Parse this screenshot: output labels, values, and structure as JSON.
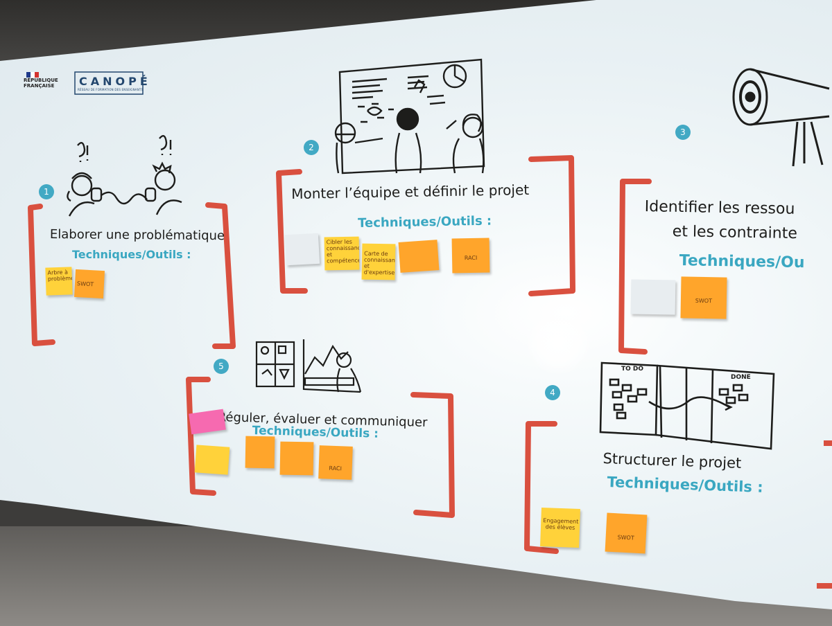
{
  "logos": {
    "republique": "RÉPUBLIQUE FRANÇAISE",
    "canope": "CANOPÉ",
    "canope_sub": "RÉSEAU DE FORMATION DES ENSEIGNANTS"
  },
  "steps": [
    {
      "number": "1",
      "title": "Elaborer une problématique",
      "tools_label": "Techniques/Outils :"
    },
    {
      "number": "2",
      "title": "Monter l’équipe et définir le projet",
      "tools_label": "Techniques/Outils :"
    },
    {
      "number": "3",
      "title_line1": "Identifier les ressou",
      "title_line2": "et les contrainte",
      "tools_label": "Techniques/Ou"
    },
    {
      "number": "4",
      "title": "Structurer le projet",
      "tools_label": "Techniques/Outils :"
    },
    {
      "number": "5",
      "title": "Réguler, évaluer et communiquer",
      "tools_label": "Techniques/Outils :"
    }
  ],
  "kanban": {
    "todo": "TO DO",
    "done": "DONE"
  },
  "stickies": {
    "s1a": "Arbre à problèmes",
    "s1b": "SWOT",
    "s2b": "Cibler les connaissances et compétences",
    "s2c": "Carte de connaissance et d'expertise",
    "s2e": "RACI",
    "s3b": "SWOT",
    "s4a": "Engagement des élèves",
    "s4b": "SWOT",
    "s5d": "RACI"
  },
  "colors": {
    "accent": "#42a9c4",
    "bracket": "#d9503f",
    "sticky_yellow": "#ffd23a",
    "sticky_orange": "#ffa52b",
    "sticky_pink": "#f66ab0"
  }
}
